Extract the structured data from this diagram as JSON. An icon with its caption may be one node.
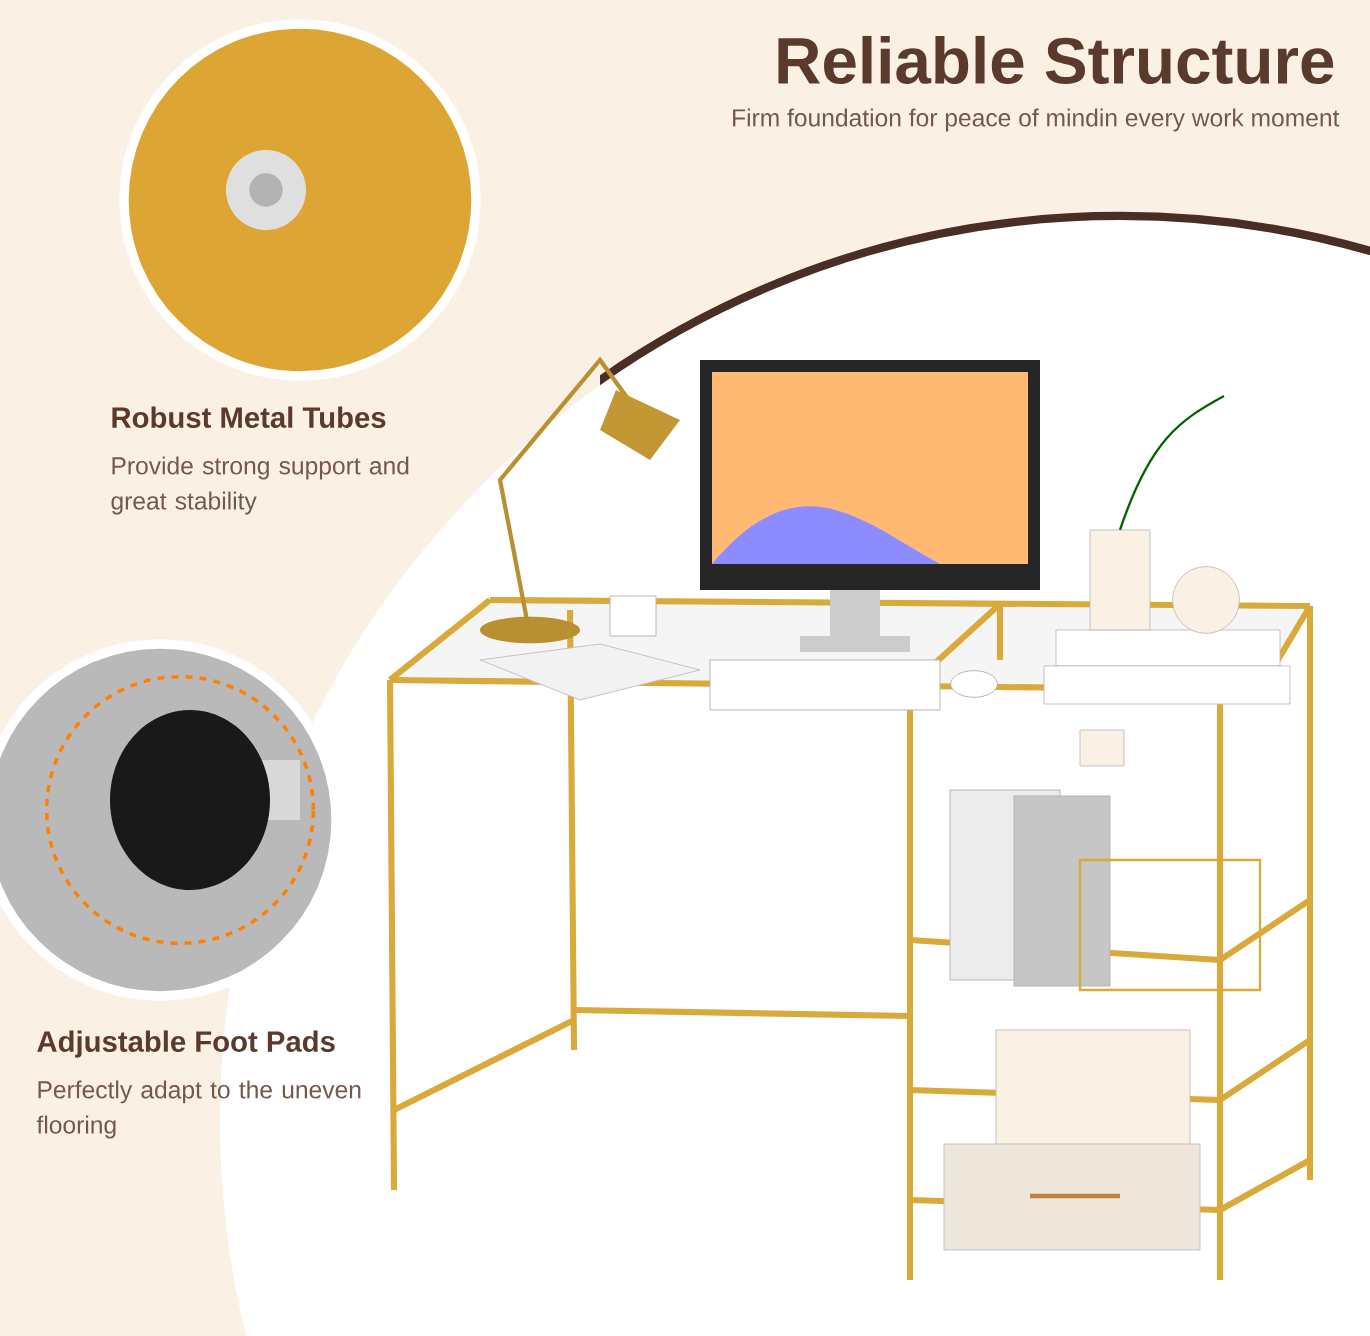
{
  "diagram": {
    "title": "Reliable Structure",
    "labels": [
      "Firm foundation for peace of mindin every work moment",
      "Robust Metal Tubes",
      "Provide strong support and great stability",
      "Adjustable Foot Pads",
      "Perfectly adapt to the uneven flooring"
    ]
  }
}
